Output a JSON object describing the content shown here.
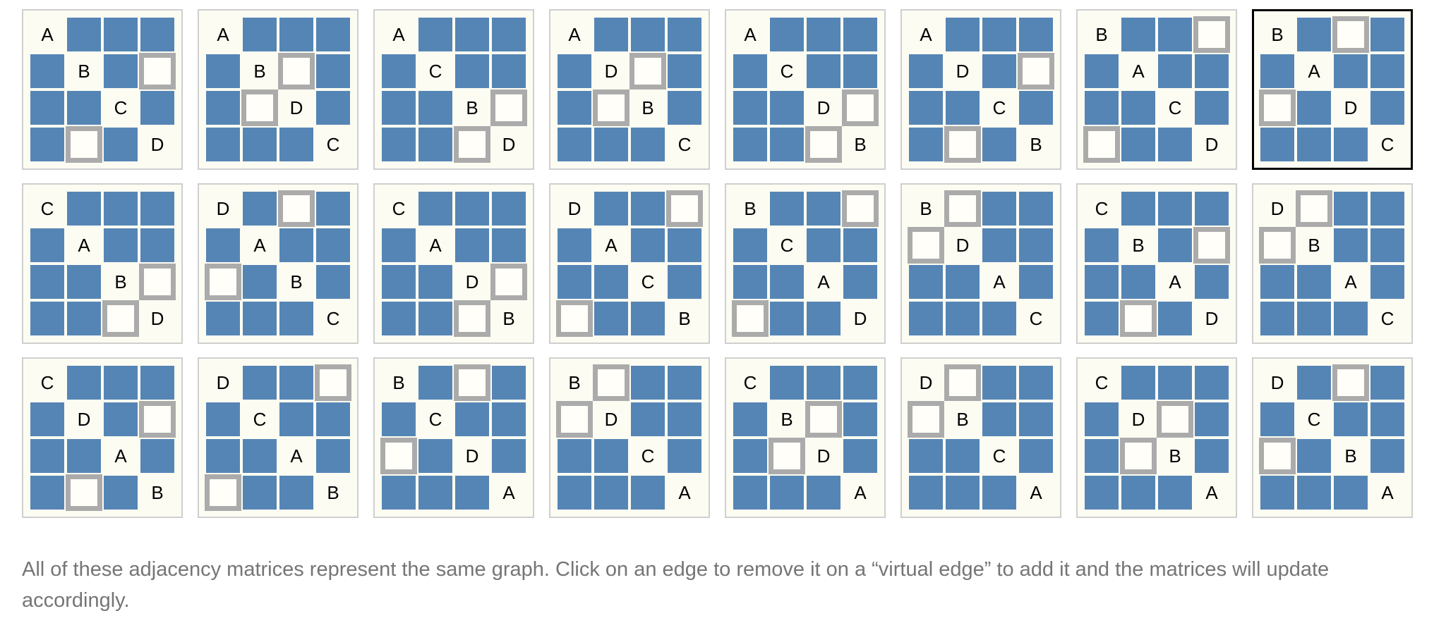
{
  "page": {
    "caption": "All of these adjacency matrices represent the same graph. Click on an edge to remove it on a “virtual edge” to add it and the matrices will update accordingly."
  },
  "colors": {
    "edge_blue": "#5585b5",
    "panel_background": "#fdfcf2",
    "panel_border": "#cfcfcf",
    "selected_panel_border": "#000000",
    "virtual_edge_border": "#ababab",
    "node_label_text": "#000000",
    "caption_text": "#757575",
    "page_background": "#ffffff"
  },
  "graph": {
    "nodes": [
      "A",
      "B",
      "C",
      "D"
    ],
    "missing_edge": [
      "B",
      "D"
    ]
  },
  "grid": {
    "columns": 8,
    "rows": 3
  },
  "matrices": [
    {
      "order": [
        "A",
        "B",
        "C",
        "D"
      ],
      "selected": false
    },
    {
      "order": [
        "A",
        "B",
        "D",
        "C"
      ],
      "selected": false
    },
    {
      "order": [
        "A",
        "C",
        "B",
        "D"
      ],
      "selected": false
    },
    {
      "order": [
        "A",
        "D",
        "B",
        "C"
      ],
      "selected": false
    },
    {
      "order": [
        "A",
        "C",
        "D",
        "B"
      ],
      "selected": false
    },
    {
      "order": [
        "A",
        "D",
        "C",
        "B"
      ],
      "selected": false
    },
    {
      "order": [
        "B",
        "A",
        "C",
        "D"
      ],
      "selected": false
    },
    {
      "order": [
        "B",
        "A",
        "D",
        "C"
      ],
      "selected": true
    },
    {
      "order": [
        "C",
        "A",
        "B",
        "D"
      ],
      "selected": false
    },
    {
      "order": [
        "D",
        "A",
        "B",
        "C"
      ],
      "selected": false
    },
    {
      "order": [
        "C",
        "A",
        "D",
        "B"
      ],
      "selected": false
    },
    {
      "order": [
        "D",
        "A",
        "C",
        "B"
      ],
      "selected": false
    },
    {
      "order": [
        "B",
        "C",
        "A",
        "D"
      ],
      "selected": false
    },
    {
      "order": [
        "B",
        "D",
        "A",
        "C"
      ],
      "selected": false
    },
    {
      "order": [
        "C",
        "B",
        "A",
        "D"
      ],
      "selected": false
    },
    {
      "order": [
        "D",
        "B",
        "A",
        "C"
      ],
      "selected": false
    },
    {
      "order": [
        "C",
        "D",
        "A",
        "B"
      ],
      "selected": false
    },
    {
      "order": [
        "D",
        "C",
        "A",
        "B"
      ],
      "selected": false
    },
    {
      "order": [
        "B",
        "C",
        "D",
        "A"
      ],
      "selected": false
    },
    {
      "order": [
        "B",
        "D",
        "C",
        "A"
      ],
      "selected": false
    },
    {
      "order": [
        "C",
        "B",
        "D",
        "A"
      ],
      "selected": false
    },
    {
      "order": [
        "D",
        "B",
        "C",
        "A"
      ],
      "selected": false
    },
    {
      "order": [
        "C",
        "D",
        "B",
        "A"
      ],
      "selected": false
    },
    {
      "order": [
        "D",
        "C",
        "B",
        "A"
      ],
      "selected": false
    }
  ]
}
